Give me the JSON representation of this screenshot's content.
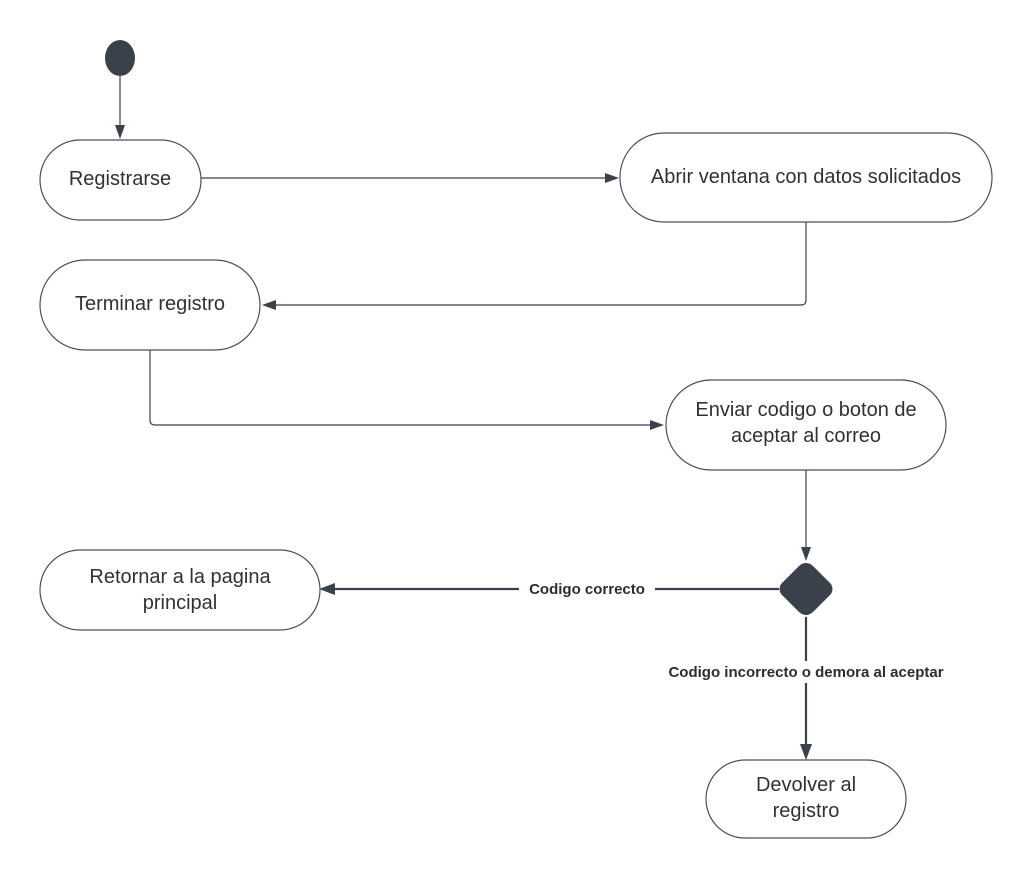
{
  "diagram": {
    "type": "uml-activity",
    "colors": {
      "dark_fill": "#3a414a",
      "node_stroke": "#4a4f57",
      "node_fill": "#ffffff",
      "text": "#2e3238"
    },
    "start": {
      "kind": "initial-node"
    },
    "nodes": {
      "registrarse": {
        "label_lines": [
          "Registrarse"
        ]
      },
      "abrir_ventana": {
        "label_lines": [
          "Abrir ventana con datos solicitados"
        ]
      },
      "terminar_registro": {
        "label_lines": [
          "Terminar registro"
        ]
      },
      "enviar_codigo": {
        "label_lines": [
          "Enviar codigo o boton de",
          "aceptar al correo"
        ]
      },
      "retornar_pagina": {
        "label_lines": [
          "Retornar a la pagina",
          "principal"
        ]
      },
      "devolver_registro": {
        "label_lines": [
          "Devolver al",
          "registro"
        ]
      }
    },
    "decision": {
      "kind": "decision-node"
    },
    "edges": [
      {
        "from": "start",
        "to": "registrarse",
        "label": ""
      },
      {
        "from": "registrarse",
        "to": "abrir_ventana",
        "label": ""
      },
      {
        "from": "abrir_ventana",
        "to": "terminar_registro",
        "label": ""
      },
      {
        "from": "terminar_registro",
        "to": "enviar_codigo",
        "label": ""
      },
      {
        "from": "enviar_codigo",
        "to": "decision",
        "label": ""
      },
      {
        "from": "decision",
        "to": "retornar_pagina",
        "label": "Codigo correcto"
      },
      {
        "from": "decision",
        "to": "devolver_registro",
        "label": "Codigo incorrecto o demora al aceptar"
      }
    ]
  }
}
